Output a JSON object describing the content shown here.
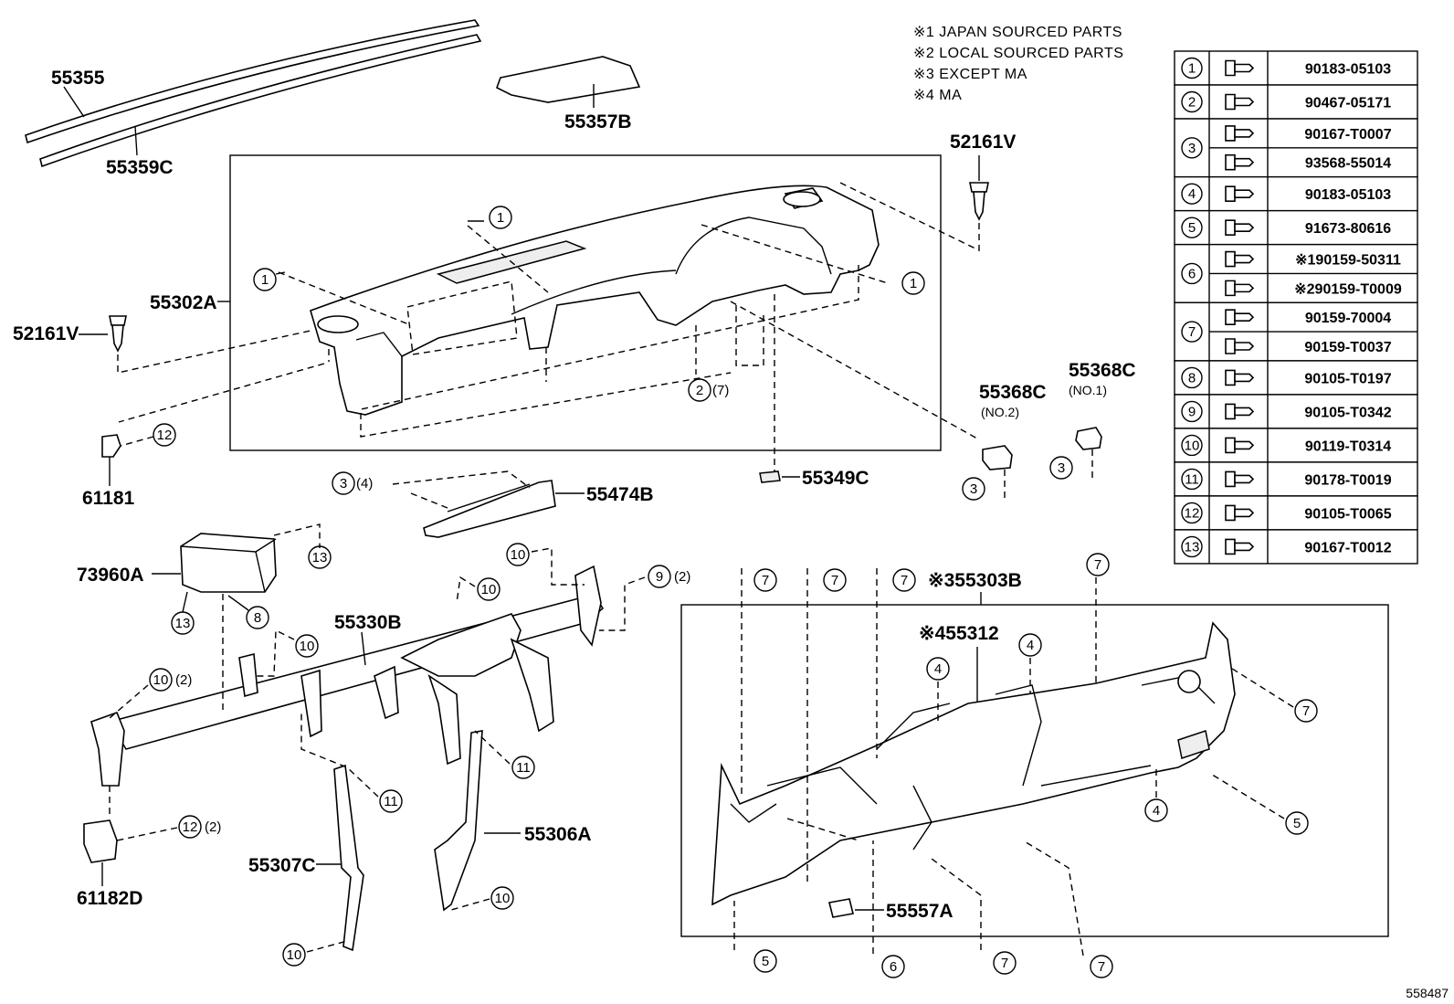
{
  "notes": [
    "※1  JAPAN SOURCED PARTS",
    "※2  LOCAL SOURCED PARTS",
    "※3  EXCEPT MA",
    "※4  MA"
  ],
  "labels": {
    "p55355": "55355",
    "p55359C": "55359C",
    "p55357B": "55357B",
    "p52161V_top": "52161V",
    "p52161V_left": "52161V",
    "p55302A": "55302A",
    "p55368C_no2": "55368C",
    "p55368C_no2_sub": "(NO.2)",
    "p55368C_no1": "55368C",
    "p55368C_no1_sub": "(NO.1)",
    "p55349C": "55349C",
    "p55474B": "55474B",
    "p61181": "61181",
    "p73960A": "73960A",
    "p55330B": "55330B",
    "p55303B": "※355303B",
    "p55312": "※455312",
    "p55306A": "55306A",
    "p55307C": "55307C",
    "p61182D": "61182D",
    "p55557A": "55557A",
    "sfx7": "(7)",
    "sfx4": "(4)",
    "sfx2a": "(2)",
    "sfx2b": "(2)",
    "sfx2c": "(2)",
    "diagram_id": "558487"
  },
  "table": [
    {
      "num": "1",
      "parts": [
        "90183-05103"
      ]
    },
    {
      "num": "2",
      "parts": [
        "90467-05171"
      ]
    },
    {
      "num": "3",
      "parts": [
        "90167-T0007",
        "93568-55014"
      ]
    },
    {
      "num": "4",
      "parts": [
        "90183-05103"
      ]
    },
    {
      "num": "5",
      "parts": [
        "91673-80616"
      ]
    },
    {
      "num": "6",
      "parts": [
        "※190159-50311",
        "※290159-T0009"
      ]
    },
    {
      "num": "7",
      "parts": [
        "90159-70004",
        "90159-T0037"
      ]
    },
    {
      "num": "8",
      "parts": [
        "90105-T0197"
      ]
    },
    {
      "num": "9",
      "parts": [
        "90105-T0342"
      ]
    },
    {
      "num": "10",
      "parts": [
        "90119-T0314"
      ]
    },
    {
      "num": "11",
      "parts": [
        "90178-T0019"
      ]
    },
    {
      "num": "12",
      "parts": [
        "90105-T0065"
      ]
    },
    {
      "num": "13",
      "parts": [
        "90167-T0012"
      ]
    }
  ]
}
